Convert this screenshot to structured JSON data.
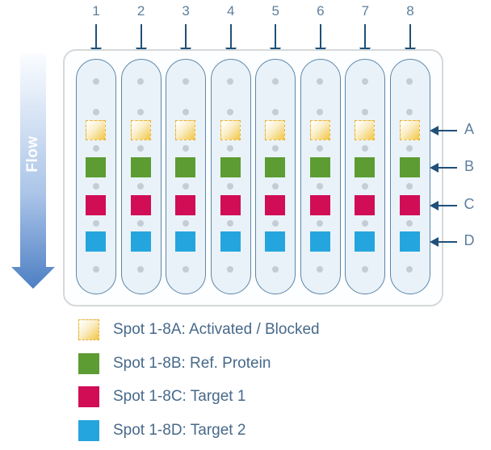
{
  "diagram": {
    "flow_label": "Flow",
    "channel_numbers": [
      "1",
      "2",
      "3",
      "4",
      "5",
      "6",
      "7",
      "8"
    ],
    "row_labels": [
      "A",
      "B",
      "C",
      "D"
    ],
    "spots": {
      "a": {
        "name": "activated-blocked",
        "fill_start": "#fffef8",
        "fill_end": "#f3c94f",
        "border": "#e5b13d"
      },
      "b": {
        "name": "ref-protein",
        "color": "#5c9c33"
      },
      "c": {
        "name": "target-1",
        "color": "#d10d56"
      },
      "d": {
        "name": "target-2",
        "color": "#25a5dd"
      }
    },
    "colors": {
      "channel_fill": "#e9f2f8",
      "channel_border": "#5b87ac",
      "plate_border": "#d6d8d9",
      "dot": "#c4cdd3",
      "label_text": "#5d7f9e",
      "legend_text": "#47698a",
      "arrow_dark": "#1f5078",
      "flow_gradient_start": "#fbfdff",
      "flow_gradient_mid": "#aac4e8",
      "flow_gradient_end": "#4d7fc3"
    }
  },
  "legend": {
    "items": [
      {
        "key": "a",
        "label": "Spot 1-8A: Activated / Blocked"
      },
      {
        "key": "b",
        "label": "Spot 1-8B: Ref. Protein"
      },
      {
        "key": "c",
        "label": "Spot 1-8C: Target 1"
      },
      {
        "key": "d",
        "label": "Spot 1-8D: Target 2"
      }
    ]
  }
}
